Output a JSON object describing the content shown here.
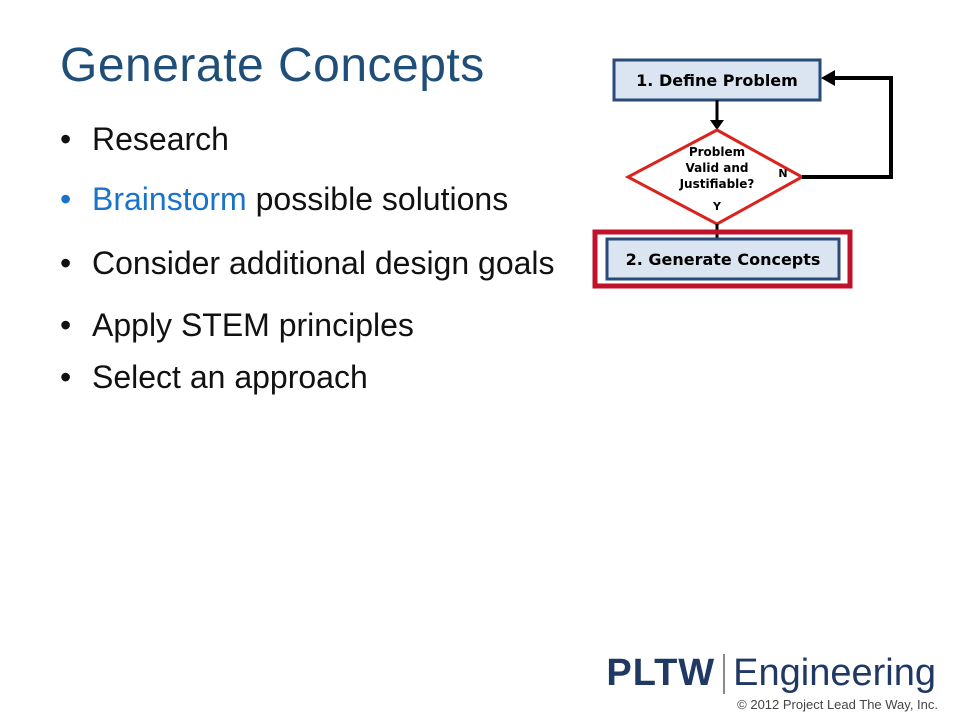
{
  "slide": {
    "title": "Generate Concepts",
    "bullets": [
      {
        "pre": "",
        "highlight": "",
        "text": "Research"
      },
      {
        "pre": "",
        "highlight": "Brainstorm",
        "text": " possible solutions"
      },
      {
        "pre": "",
        "highlight": "",
        "text": "Consider additional design goals"
      },
      {
        "pre": "",
        "highlight": "",
        "text": "Apply STEM principles"
      },
      {
        "pre": "",
        "highlight": "",
        "text": "Select an approach"
      }
    ],
    "bullet_char": "•"
  },
  "flowchart": {
    "step1": "1. Define Problem",
    "decision_line1": "Problem",
    "decision_line2": "Valid and",
    "decision_line3": "Justifiable?",
    "yes_label": "Y",
    "no_label": "N",
    "step2": "2. Generate Concepts",
    "colors": {
      "box_fill": "#dbe4f1",
      "box_border": "#2a4a7a",
      "decision_border": "#d9231e",
      "highlight_frame": "#c0122a",
      "arrow": "#000000"
    }
  },
  "footer": {
    "brand_left": "PLTW",
    "brand_right": "Engineering",
    "copyright": "© 2012 Project Lead The Way, Inc."
  }
}
